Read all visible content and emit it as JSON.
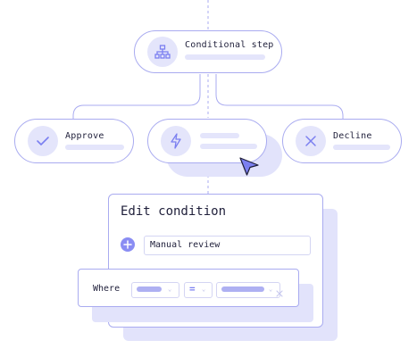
{
  "diagram": {
    "conditional_step": {
      "label": "Conditional step",
      "icon": "hierarchy-icon"
    },
    "approve": {
      "label": "Approve",
      "icon": "checkmark-icon"
    },
    "action": {
      "icon": "lightning-icon"
    },
    "decline": {
      "label": "Decline",
      "icon": "close-icon"
    }
  },
  "panel": {
    "title": "Edit condition",
    "condition_value": "Manual review",
    "where_label": "Where",
    "operator": "="
  },
  "colors": {
    "accent": "#7b7ff0",
    "border": "#a9abf0",
    "soft": "#e4e5fb",
    "shadow": "#e2e3fb",
    "text": "#1f1f3a"
  }
}
